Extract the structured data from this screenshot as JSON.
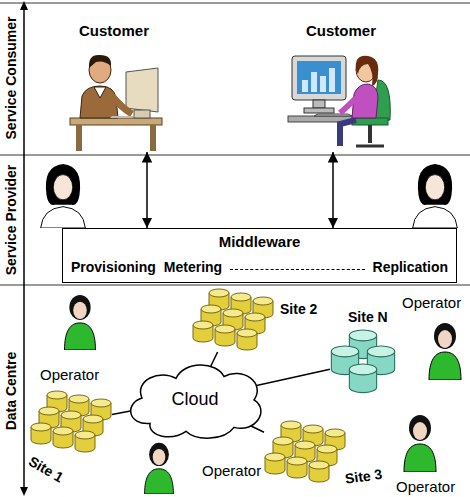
{
  "diagram": {
    "nodes": [
      {
        "text": [
          "Service Consumer"
        ]
      },
      {
        "text": [
          "Service Provider"
        ]
      },
      {
        "text": [
          "Data Centre"
        ]
      },
      {
        "text": [
          "Customer"
        ],
        "in": 0
      },
      {
        "text": [
          "Customer"
        ],
        "in": 0
      },
      {
        "text": [
          "Middleware",
          "Provisioning",
          "Metering",
          "Replication"
        ],
        "in": 1
      },
      {
        "text": [
          "Cloud"
        ],
        "in": 2
      },
      {
        "text": [
          "Site 1"
        ],
        "in": 2
      },
      {
        "text": [
          "Site 2"
        ],
        "in": 2
      },
      {
        "text": [
          "Site 3"
        ],
        "in": 2
      },
      {
        "text": [
          "Site N"
        ],
        "in": 2
      }
    ],
    "edges": [
      {
        "from": 3,
        "to": 5,
        "arrow": "both"
      },
      {
        "from": 4,
        "to": 5,
        "arrow": "both"
      },
      {
        "from": 6,
        "to": 7,
        "arrow": "none"
      },
      {
        "from": 6,
        "to": 8,
        "arrow": "none"
      },
      {
        "from": 6,
        "to": 9,
        "arrow": "none"
      },
      {
        "from": 6,
        "to": 10,
        "arrow": "none"
      }
    ],
    "labels": [
      "Operator",
      "Operator",
      "Operator",
      "Operator"
    ]
  }
}
